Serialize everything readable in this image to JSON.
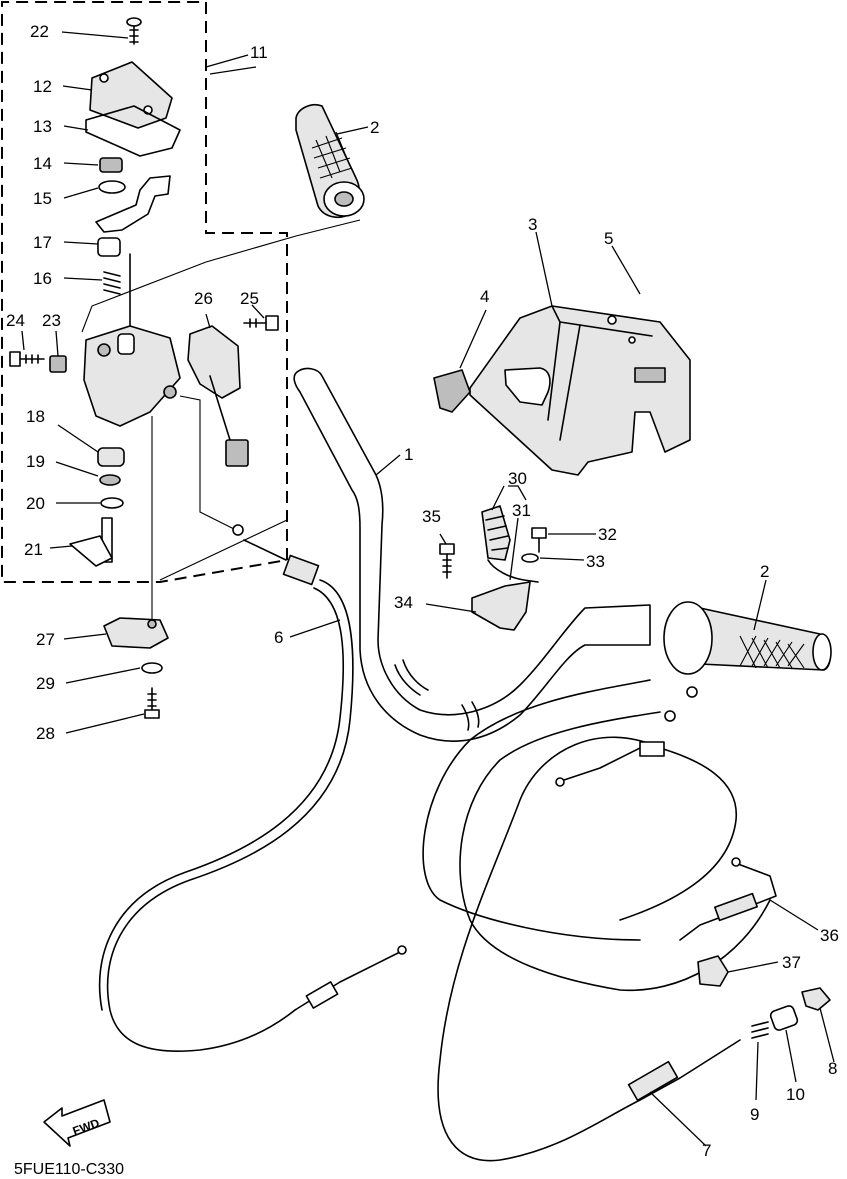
{
  "diagram": {
    "code": "5FUE110-C330",
    "fwd_label": "FWD",
    "callouts": {
      "c1": "1",
      "c2a": "2",
      "c2b": "2",
      "c3": "3",
      "c4": "4",
      "c5": "5",
      "c6": "6",
      "c7": "7",
      "c8": "8",
      "c9": "9",
      "c10": "10",
      "c11": "11",
      "c12": "12",
      "c13": "13",
      "c14": "14",
      "c15": "15",
      "c16": "16",
      "c17": "17",
      "c18": "18",
      "c19": "19",
      "c20": "20",
      "c21": "21",
      "c22": "22",
      "c23": "23",
      "c24": "24",
      "c25": "25",
      "c26": "26",
      "c27": "27",
      "c28": "28",
      "c29": "29",
      "c30": "30",
      "c31": "31",
      "c32": "32",
      "c33": "33",
      "c34": "34",
      "c35": "35",
      "c36": "36",
      "c37": "37"
    }
  }
}
